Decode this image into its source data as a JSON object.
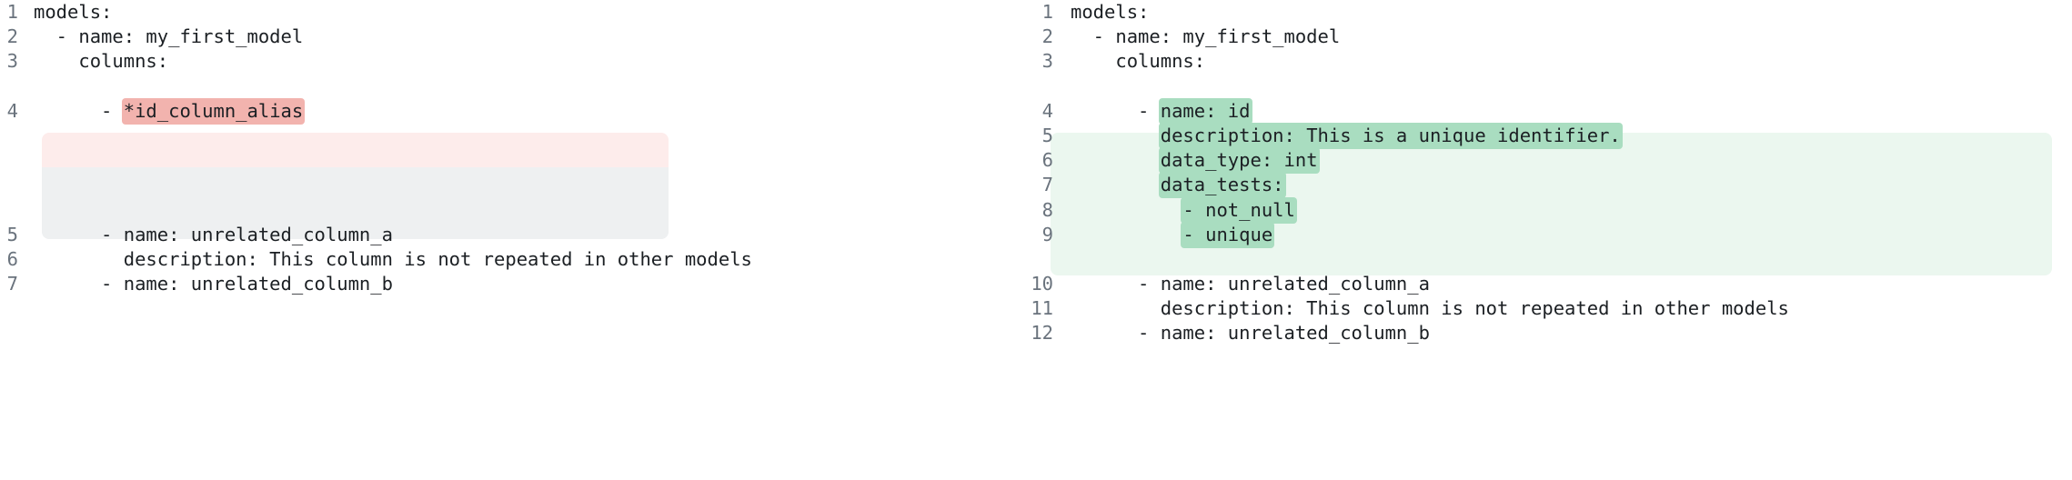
{
  "view": {
    "kind": "side-by-side-code-diff",
    "language": "yaml",
    "colors": {
      "removed_line_background": "#fdeceb",
      "removed_token_background": "#f2b3ae",
      "placeholder_background": "#eef0f1",
      "added_block_background": "#ebf7ef",
      "added_token_background": "#a9ddc0",
      "line_number_color": "#6a737d",
      "code_text_color": "#1b1f23",
      "page_background": "#ffffff"
    }
  },
  "left_pane": {
    "name": "before",
    "lines": [
      {
        "number": "1",
        "text": "models:",
        "state": "context"
      },
      {
        "number": "2",
        "text": "  - name: my_first_model",
        "state": "context"
      },
      {
        "number": "3",
        "text": "    columns:",
        "state": "context"
      },
      {
        "number": "4",
        "indent": "      - ",
        "token": "*id_column_alias",
        "state": "removed"
      },
      {
        "number": "5",
        "text": "      - name: unrelated_column_a",
        "state": "context"
      },
      {
        "number": "6",
        "text": "        description: This column is not repeated in other models",
        "state": "context"
      },
      {
        "number": "7",
        "text": "      - name: unrelated_column_b",
        "state": "context"
      }
    ]
  },
  "right_pane": {
    "name": "after",
    "lines": [
      {
        "number": "1",
        "text": "models:",
        "state": "context"
      },
      {
        "number": "2",
        "text": "  - name: my_first_model",
        "state": "context"
      },
      {
        "number": "3",
        "text": "    columns:",
        "state": "context"
      },
      {
        "number": "4",
        "indent": "      - ",
        "token": "name: id",
        "state": "added"
      },
      {
        "number": "5",
        "indent": "        ",
        "token": "description: This is a unique identifier.",
        "state": "added"
      },
      {
        "number": "6",
        "indent": "        ",
        "token": "data_type: int",
        "state": "added"
      },
      {
        "number": "7",
        "indent": "        ",
        "token": "data_tests:",
        "state": "added"
      },
      {
        "number": "8",
        "indent": "          ",
        "token": "- not_null",
        "state": "added"
      },
      {
        "number": "9",
        "indent": "          ",
        "token": "- unique",
        "state": "added"
      },
      {
        "number": "10",
        "text": "      - name: unrelated_column_a",
        "state": "context"
      },
      {
        "number": "11",
        "text": "        description: This column is not repeated in other models",
        "state": "context"
      },
      {
        "number": "12",
        "text": "      - name: unrelated_column_b",
        "state": "context"
      }
    ]
  }
}
